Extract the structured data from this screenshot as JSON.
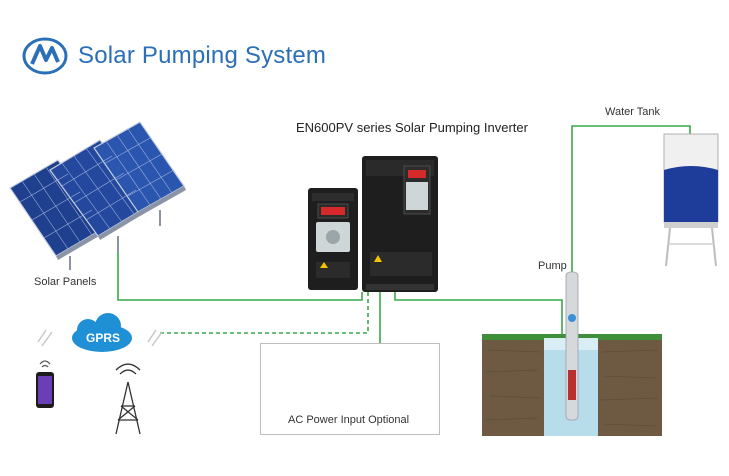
{
  "header": {
    "title": "Solar Pumping System"
  },
  "labels": {
    "inverter": "EN600PV series Solar Pumping Inverter",
    "water_tank": "Water Tank",
    "pump": "Pump",
    "solar_panels": "Solar Panels",
    "gprs": "GPRS",
    "ac_power": "AC Power Input Optional"
  },
  "colors": {
    "accent": "#2a6fb7",
    "wire": "#3aa84a",
    "panel": "#1f3f8f",
    "inverter_body": "#1e1e1e",
    "water": "#1e3c9a",
    "gprs_cloud": "#1f8fd6"
  }
}
